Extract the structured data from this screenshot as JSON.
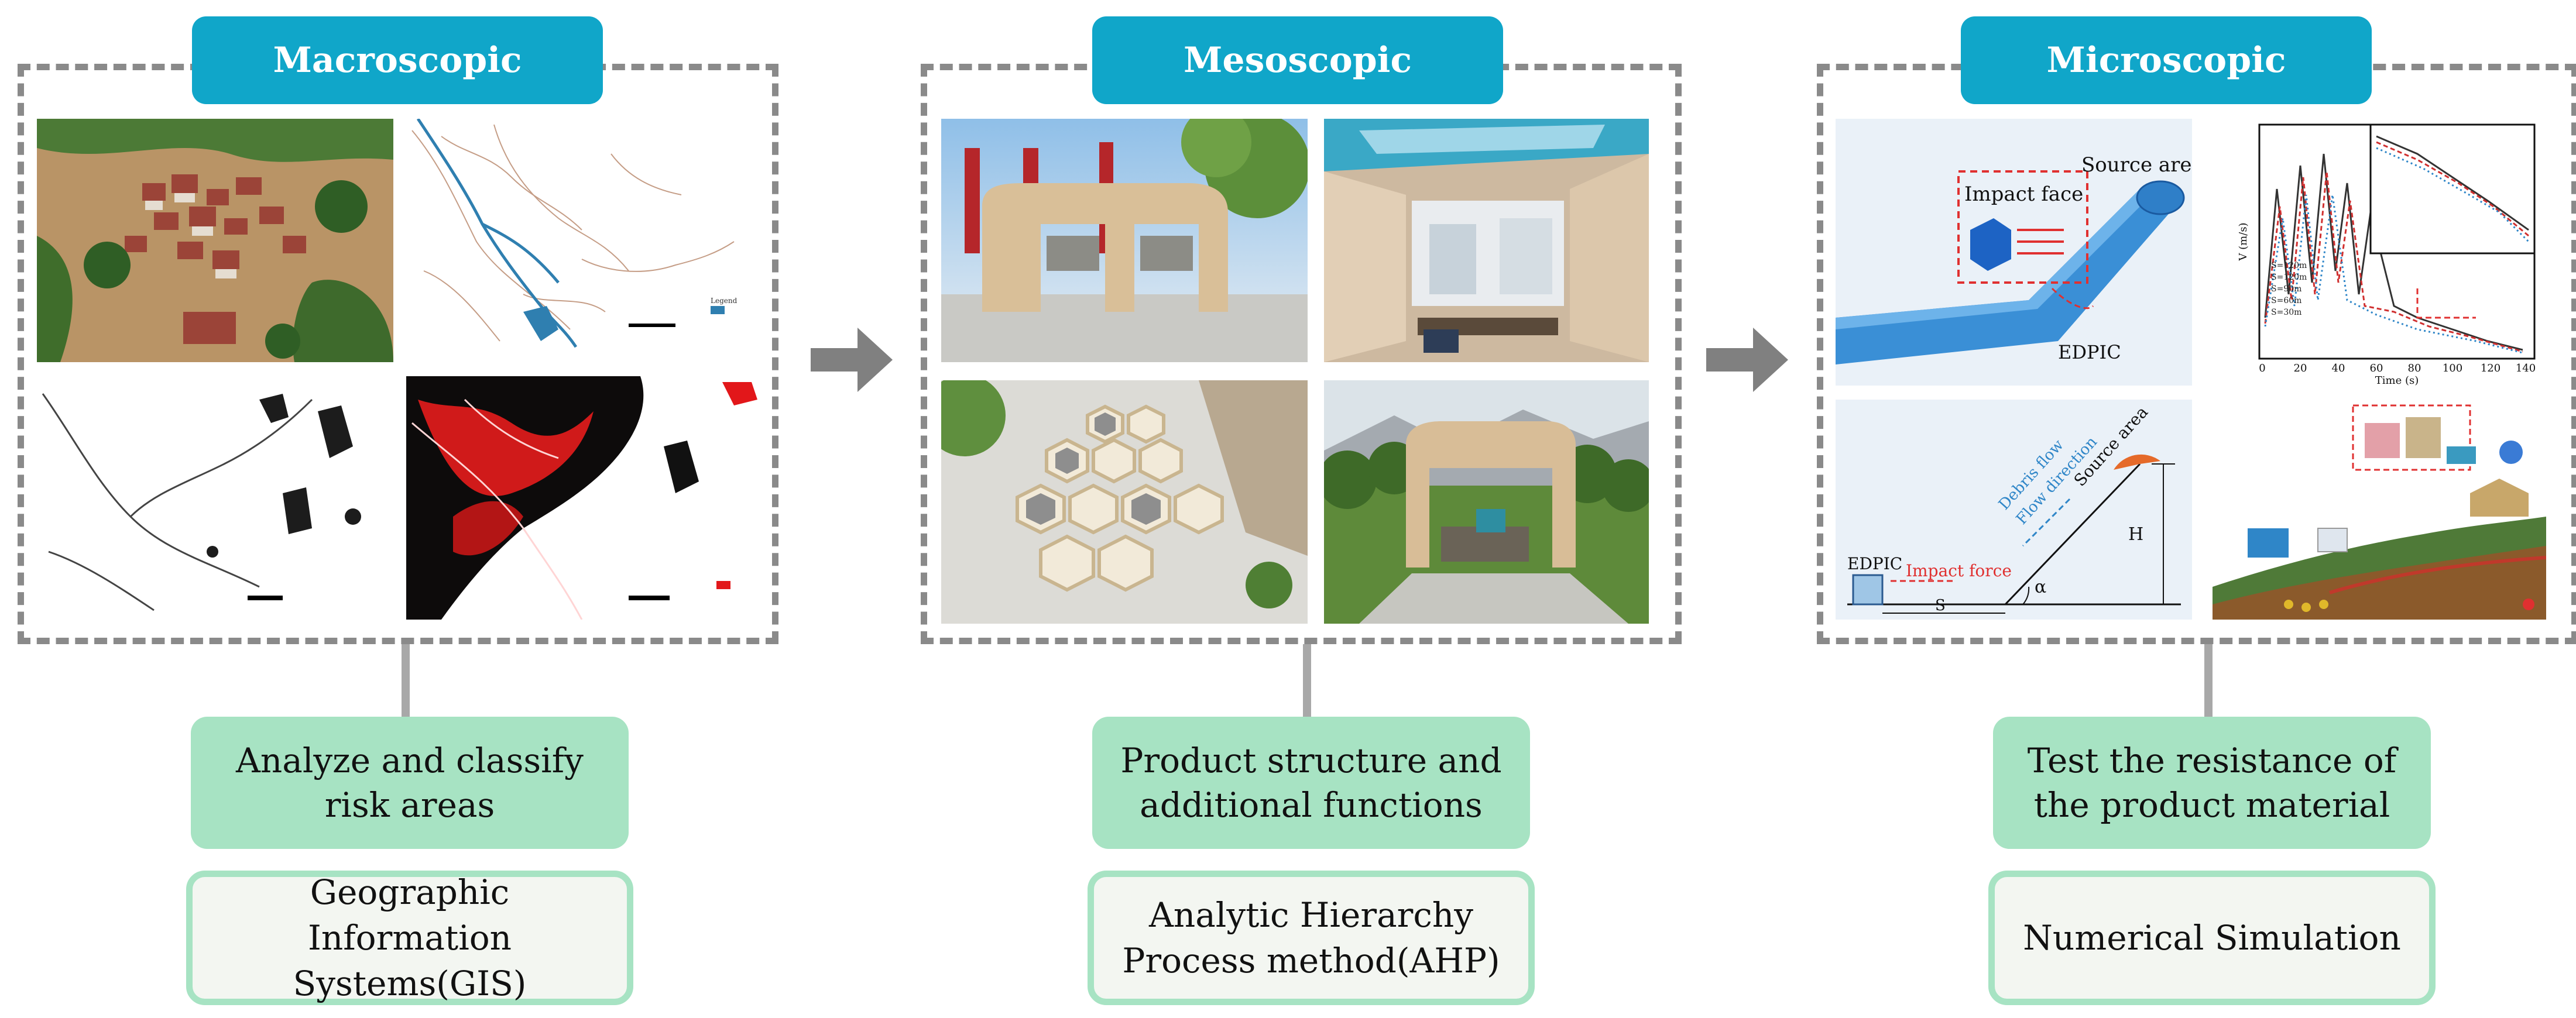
{
  "colors": {
    "header_bg": "#10a6c9",
    "goal_bg": "#a7e3c3",
    "method_border": "#a7e3c3",
    "method_bg": "#f3f6f1",
    "dashed_border": "#8a8a8a",
    "arrow": "#808080"
  },
  "stages": [
    {
      "title": "Macroscopic",
      "goal": "Analyze and classify risk areas",
      "method": "Geographic Information Systems(GIS)",
      "images": [
        {
          "icon": "flooded-village-photo-icon"
        },
        {
          "icon": "river-network-map-icon",
          "legend_title": "Legend"
        },
        {
          "icon": "terrain-grayscale-map-icon"
        },
        {
          "icon": "risk-heatmap-icon"
        }
      ]
    },
    {
      "title": "Mesoscopic",
      "goal": "Product structure and additional functions",
      "method": "Analytic Hierarchy Process method(AHP)",
      "images": [
        {
          "icon": "shelter-render-exterior-icon"
        },
        {
          "icon": "shelter-render-interior-icon"
        },
        {
          "icon": "hexagonal-shelters-aerial-icon"
        },
        {
          "icon": "shelter-in-forest-render-icon"
        }
      ]
    },
    {
      "title": "Microscopic",
      "goal": "Test the resistance of the product material",
      "method": "Numerical Simulation",
      "images": [
        {
          "icon": "impact-face-3d-model-icon",
          "labels": [
            "Impact face",
            "Source area",
            "EDPIC"
          ]
        },
        {
          "icon": "velocity-time-line-chart-icon",
          "xlabel": "Time (s)",
          "ylabel": "V (m/s)",
          "xticks": [
            "0",
            "20",
            "40",
            "60",
            "80",
            "100",
            "120",
            "140"
          ],
          "legend": [
            "S=120m",
            "S=120m",
            "S=90m",
            "S=60m",
            "S=30m"
          ]
        },
        {
          "icon": "debris-flow-slope-diagram-icon",
          "labels": [
            "Source area",
            "Debris flow",
            "Flow direction",
            "Impact force",
            "EDPIC",
            "H",
            "S",
            "α"
          ]
        },
        {
          "icon": "disaster-scenario-illustration-icon"
        }
      ]
    }
  ]
}
